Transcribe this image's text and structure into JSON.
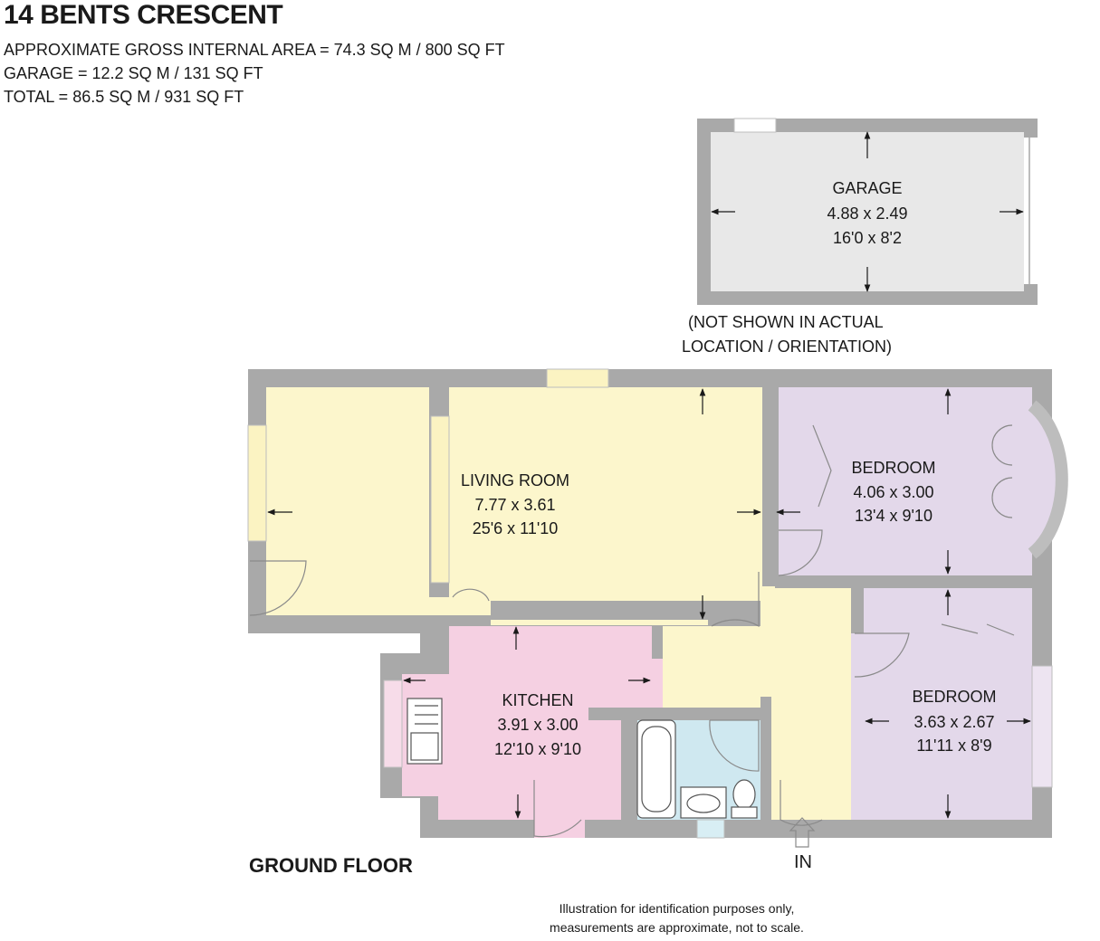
{
  "title": "14 BENTS CRESCENT",
  "areas": [
    "APPROXIMATE GROSS INTERNAL AREA = 74.3 SQ M / 800 SQ FT",
    "GARAGE = 12.2 SQ M / 131 SQ FT",
    "TOTAL = 86.5 SQ M / 931 SQ FT"
  ],
  "garage": {
    "name": "GARAGE",
    "metric": "4.88 x 2.49",
    "imperial": "16'0 x 8'2"
  },
  "garage_note": [
    "(NOT SHOWN IN ACTUAL",
    "LOCATION / ORIENTATION)"
  ],
  "rooms": {
    "living": {
      "name": "LIVING ROOM",
      "metric": "7.77 x 3.61",
      "imperial": "25'6 x 11'10"
    },
    "bedroom1": {
      "name": "BEDROOM",
      "metric": "4.06 x 3.00",
      "imperial": "13'4 x 9'10"
    },
    "kitchen": {
      "name": "KITCHEN",
      "metric": "3.91 x 3.00",
      "imperial": "12'10 x 9'10"
    },
    "bedroom2": {
      "name": "BEDROOM",
      "metric": "3.63 x 2.67",
      "imperial": "11'11 x 8'9"
    }
  },
  "floor_label": "GROUND FLOOR",
  "entrance_label": "IN",
  "disclaimer": [
    "Illustration for identification purposes only,",
    "measurements are approximate, not to scale."
  ],
  "colors": {
    "wall": "#a9a9a9",
    "living": "#fcf6cc",
    "bedroom": "#e3d8ea",
    "kitchen": "#f5d0e2",
    "bathroom": "#cfe8f0",
    "garage": "#e8e8e8"
  }
}
